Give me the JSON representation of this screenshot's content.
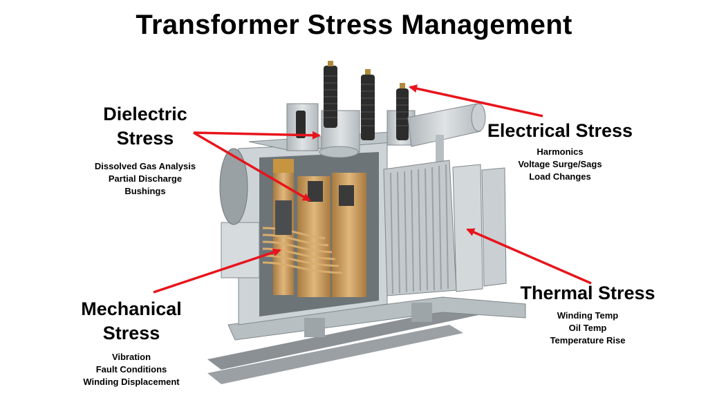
{
  "title": "Transformer Stress Management",
  "colors": {
    "arrow": "#e8141c",
    "body": "#c9cfd2",
    "copper": "#c9995b",
    "rail": "#7d8387"
  },
  "labels": {
    "dielectric": {
      "heading_line1": "Dielectric",
      "heading_line2": "Stress",
      "items": [
        "Dissolved Gas Analysis",
        "Partial Discharge",
        "Bushings"
      ]
    },
    "electrical": {
      "heading": "Electrical Stress",
      "items": [
        "Harmonics",
        "Voltage Surge/Sags",
        "Load Changes"
      ]
    },
    "thermal": {
      "heading": "Thermal Stress",
      "items": [
        "Winding Temp",
        "Oil Temp",
        "Temperature Rise"
      ]
    },
    "mechanical": {
      "heading_line1": "Mechanical",
      "heading_line2": "Stress",
      "items": [
        "Vibration",
        "Fault Conditions",
        "Winding Displacement"
      ]
    }
  },
  "illustration": {
    "name": "cutaway power transformer"
  }
}
